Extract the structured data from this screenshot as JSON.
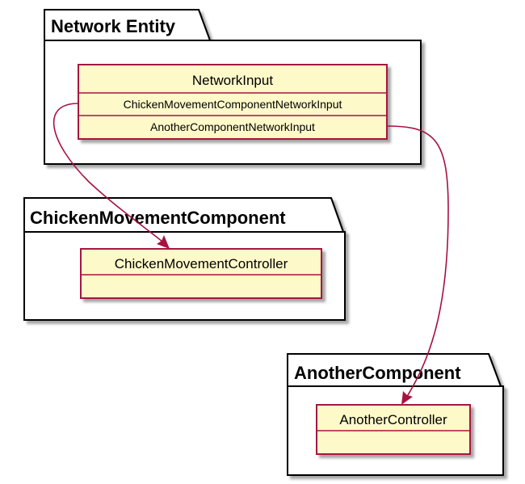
{
  "colors": {
    "class_fill": "#fef9c9",
    "class_border": "#a7123f",
    "edge": "#a7123f",
    "package_border": "#000000"
  },
  "packages": {
    "network_entity": {
      "title": "Network Entity",
      "class": {
        "name": "NetworkInput",
        "fields": [
          "ChickenMovementComponentNetworkInput",
          "AnotherComponentNetworkInput"
        ]
      }
    },
    "chicken_movement": {
      "title": "ChickenMovementComponent",
      "class": {
        "name": "ChickenMovementController"
      }
    },
    "another": {
      "title": "AnotherComponent",
      "class": {
        "name": "AnotherController"
      }
    }
  },
  "edges": [
    {
      "from": "ChickenMovementComponentNetworkInput",
      "to": "ChickenMovementController"
    },
    {
      "from": "AnotherComponentNetworkInput",
      "to": "AnotherController"
    }
  ]
}
